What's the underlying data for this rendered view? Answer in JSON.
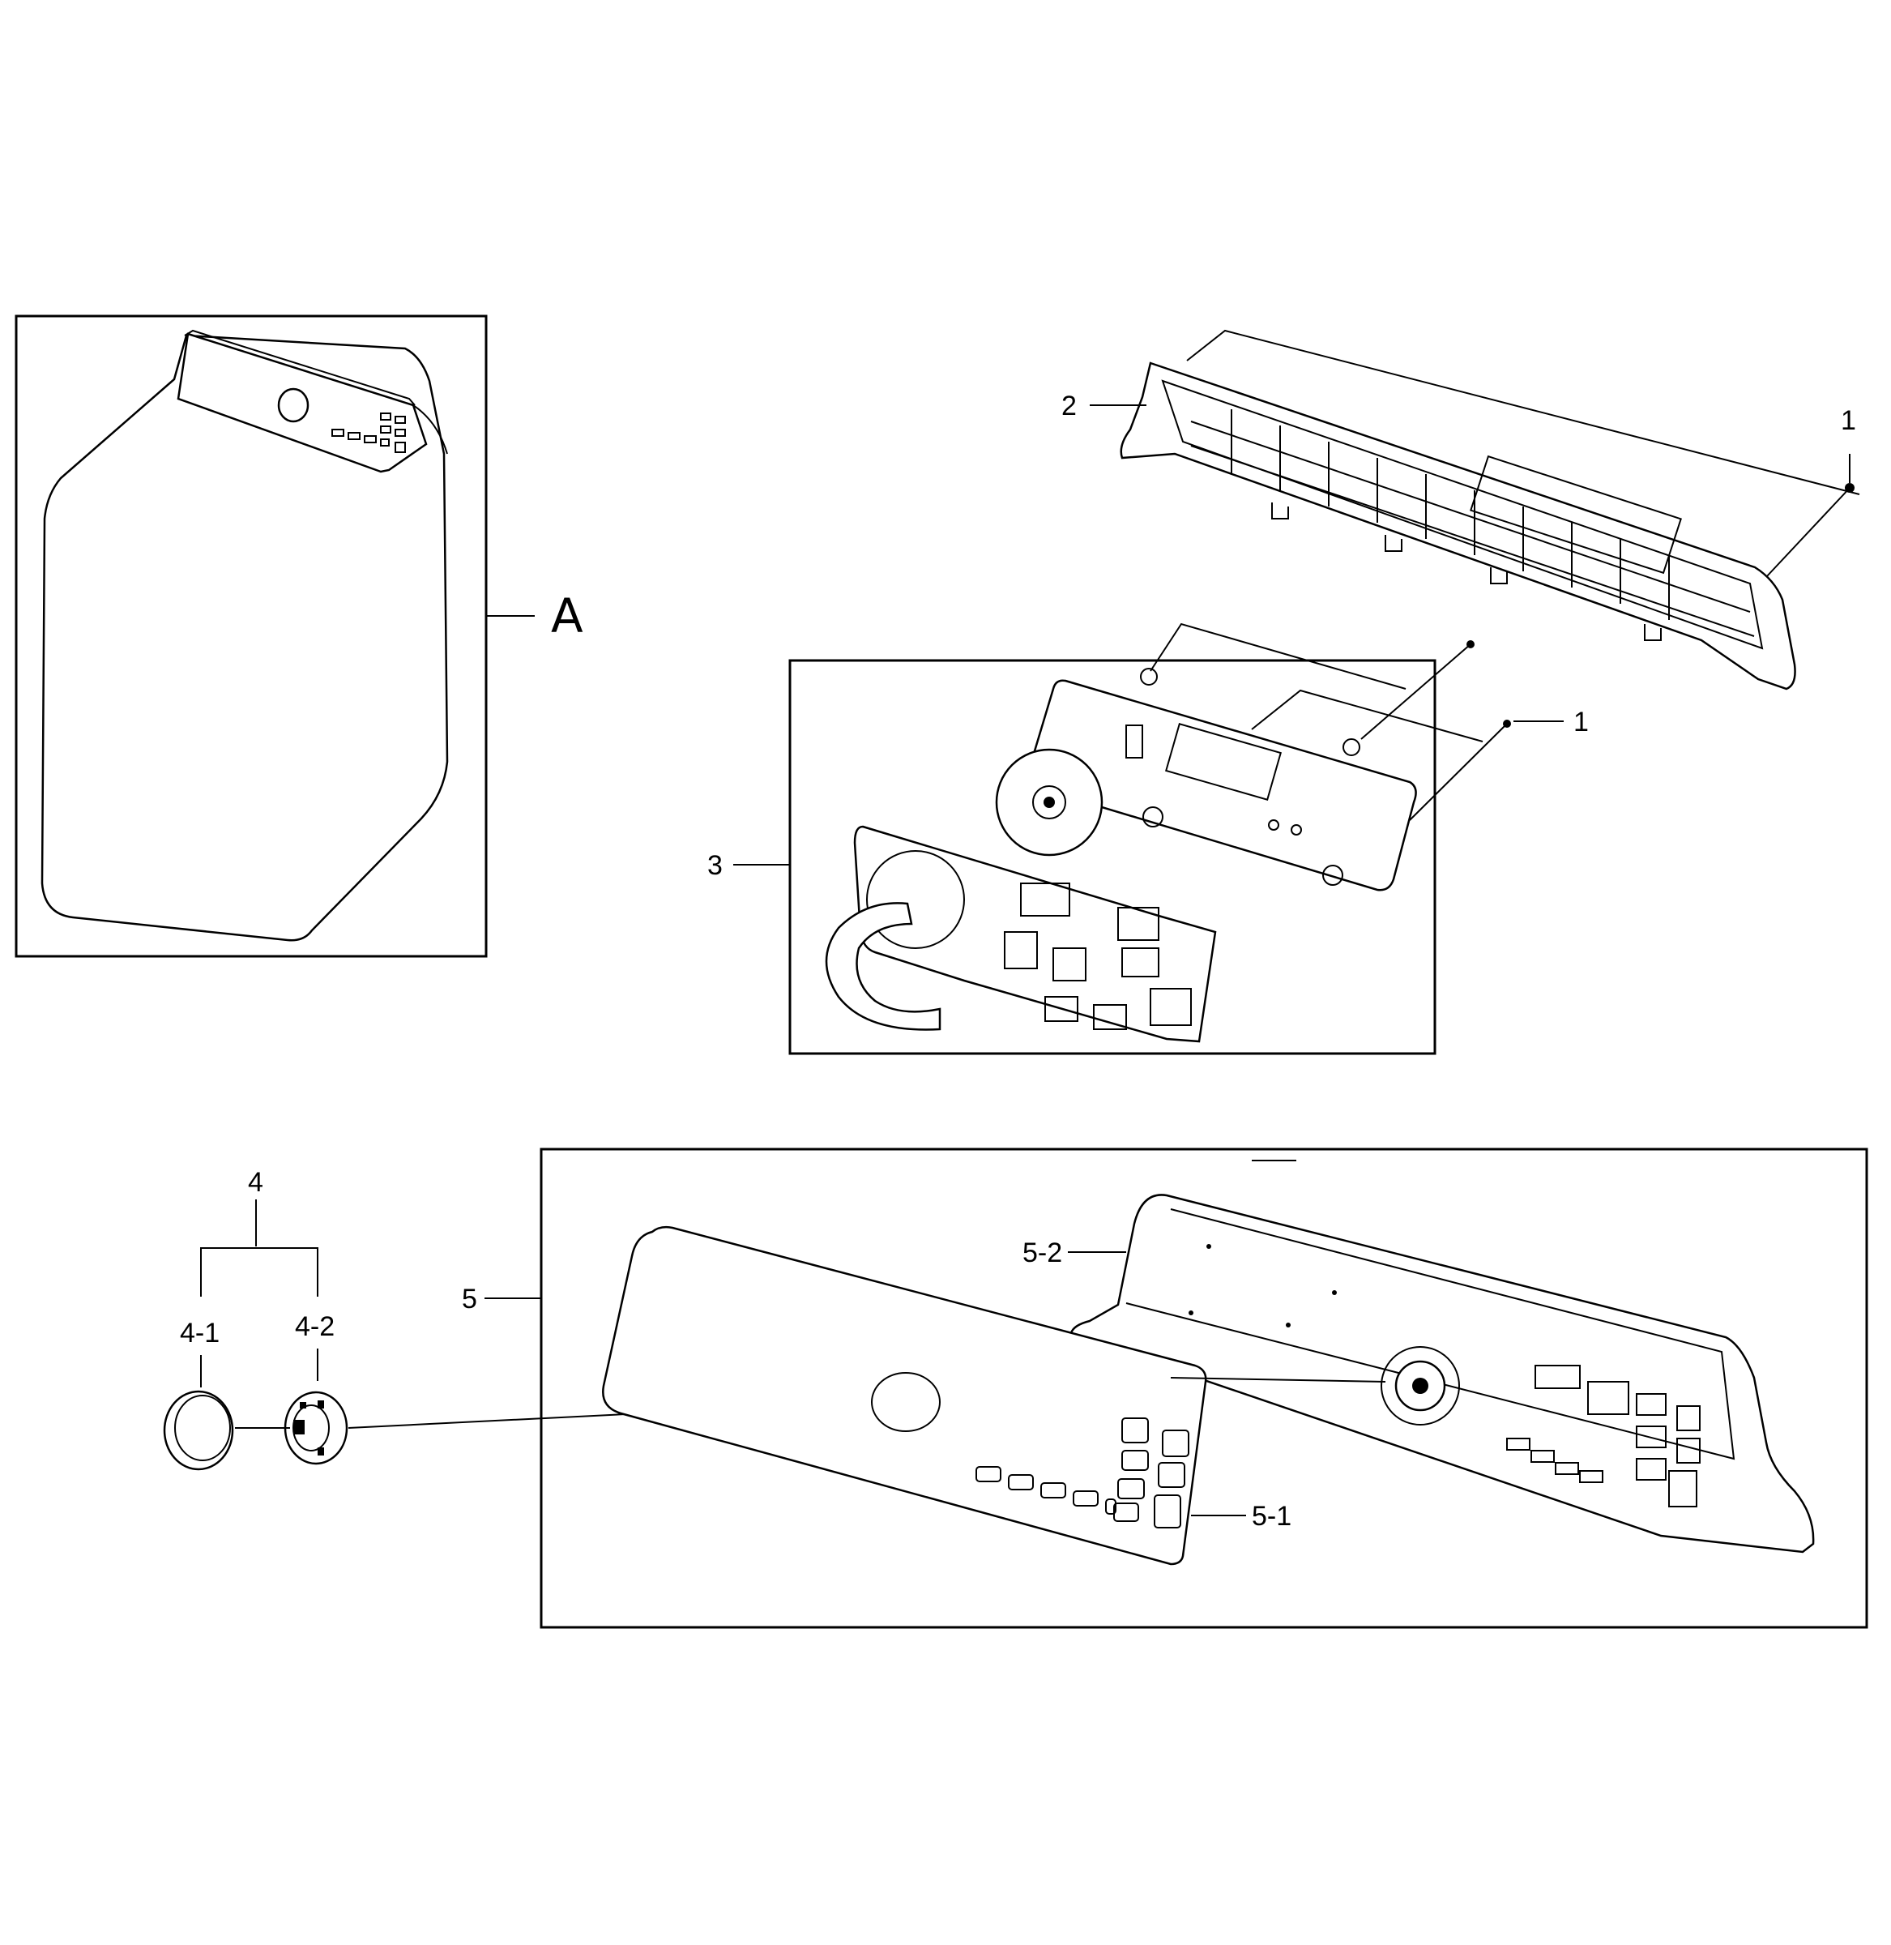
{
  "callouts": {
    "a": "A",
    "p1_top": "1",
    "p1_mid": "1",
    "p2": "2",
    "p3": "3",
    "p4": "4",
    "p4_1": "4-1",
    "p4_2": "4-2",
    "p5": "5",
    "p5_1": "5-1",
    "p5_2": "5-2"
  }
}
